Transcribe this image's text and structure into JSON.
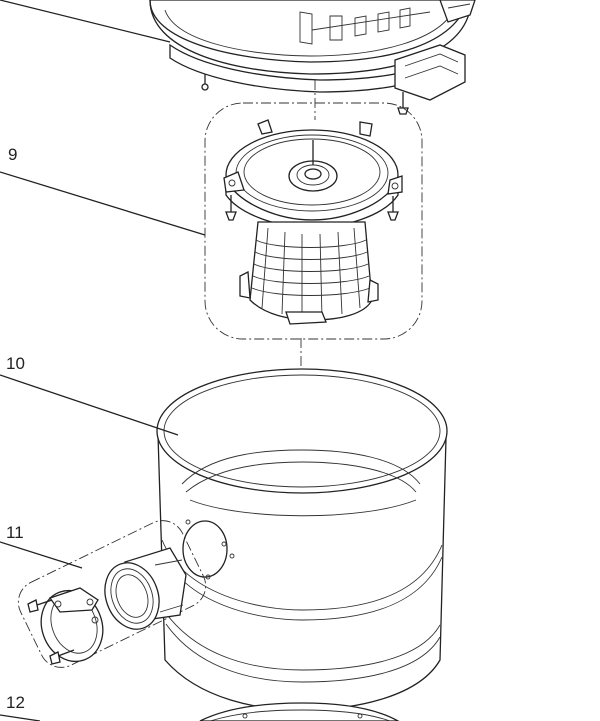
{
  "callouts": [
    {
      "id": "9",
      "label": "9"
    },
    {
      "id": "10",
      "label": "10"
    },
    {
      "id": "11",
      "label": "11"
    },
    {
      "id": "12",
      "label": "12"
    }
  ],
  "parts": [
    {
      "name": "lid-assembly"
    },
    {
      "name": "filter-cage-assembly",
      "callout": "9"
    },
    {
      "name": "tank-drum",
      "callout": "10"
    },
    {
      "name": "inlet-port-assembly",
      "callout": "11"
    },
    {
      "name": "base-dolly",
      "callout": "12"
    }
  ]
}
